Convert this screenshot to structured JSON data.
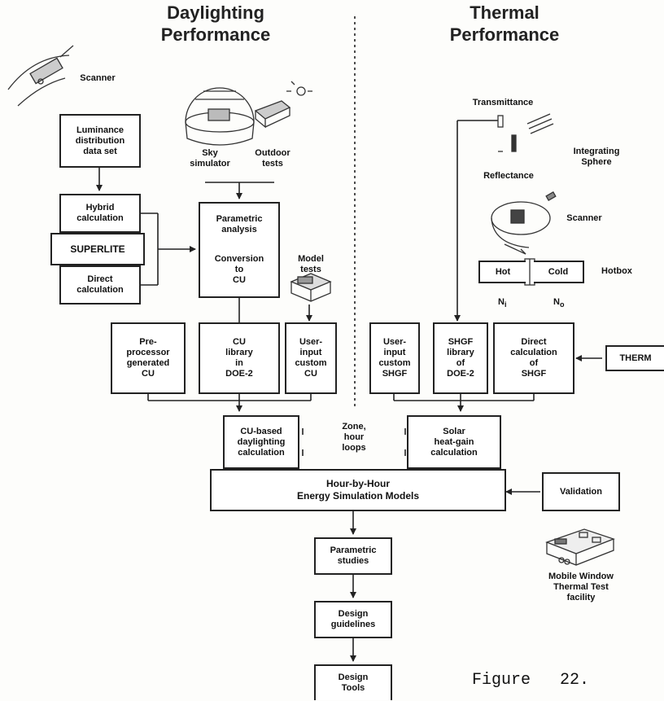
{
  "headings": {
    "daylighting": "Daylighting\nPerformance",
    "thermal": "Thermal\nPerformance"
  },
  "left": {
    "scanner": "Scanner",
    "luminance": "Luminance\ndistribution\ndata set",
    "sky_simulator": "Sky\nsimulator",
    "outdoor_tests": "Outdoor\ntests",
    "hybrid": "Hybrid\ncalculation",
    "superlite": "SUPERLITE",
    "direct": "Direct\ncalculation",
    "parametric": "Parametric\nanalysis",
    "conversion": "Conversion\nto\nCU",
    "model_tests": "Model\ntests",
    "preprocessor": "Pre-\nprocessor\ngenerated\nCU",
    "cu_library": "CU\nlibrary\nin\nDOE-2",
    "user_cu": "User-\ninput\ncustom\nCU",
    "cu_based": "CU-based\ndaylighting\ncalculation"
  },
  "center": {
    "zone_loops": "Zone,\nhour\nloops"
  },
  "right": {
    "transmittance": "Transmittance",
    "integrating_sphere": "Integrating\nSphere",
    "reflectance": "Reflectance",
    "scanner": "Scanner",
    "hot": "Hot",
    "cold": "Cold",
    "hotbox": "Hotbox",
    "n_i": "N",
    "n_i_sub": "i",
    "n_o": "N",
    "n_o_sub": "o",
    "user_shgf": "User-\ninput\ncustom\nSHGF",
    "shgf_library": "SHGF\nlibrary\nof\nDOE-2",
    "direct_shgf": "Direct\ncalculation\nof\nSHGF",
    "therm": "THERM",
    "solar": "Solar\nheat-gain\ncalculation"
  },
  "bottom": {
    "hour_by_hour": "Hour-by-Hour\nEnergy Simulation Models",
    "validation": "Validation",
    "mobile": "Mobile Window\nThermal Test\nfacility",
    "parametric_studies": "Parametric\nstudies",
    "design_guidelines": "Design\nguidelines",
    "design_tools": "Design\nTools"
  },
  "caption": "Figure   22."
}
